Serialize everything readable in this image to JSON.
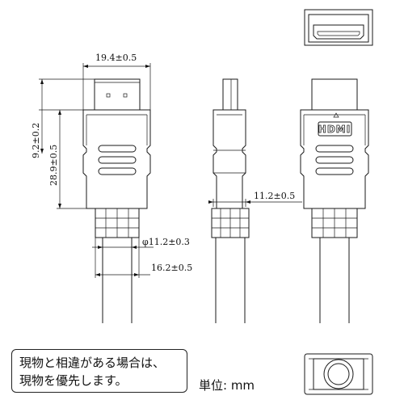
{
  "dimensions": {
    "top_width": "19.4±0.5",
    "head_height": "9.2±0.2",
    "body_height": "28.9±0.5",
    "side_thickness": "11.2±0.5",
    "cable_diameter": "φ11.2±0.3",
    "collar_width": "16.2±0.5"
  },
  "logo_text": "HDMI",
  "notice": {
    "line1": "現物と相違がある場合は、",
    "line2": "現物を優先します。"
  },
  "unit_label": "単位: mm"
}
